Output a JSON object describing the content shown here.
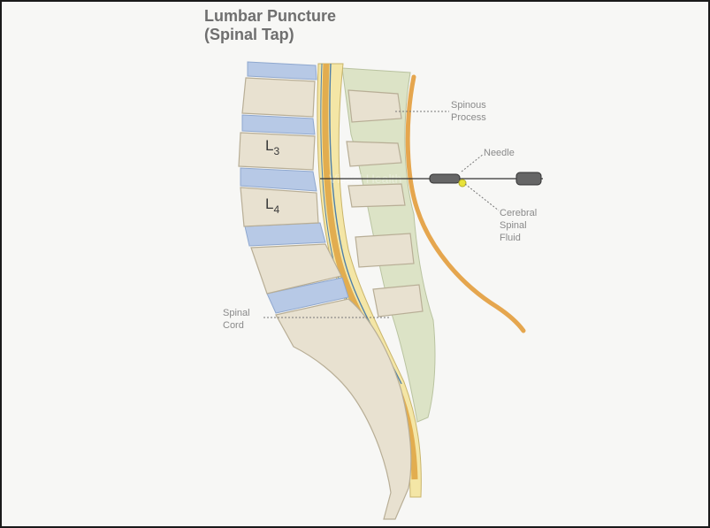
{
  "title": {
    "line1": "Lumbar Puncture",
    "line2": "(Spinal Tap)"
  },
  "labels": {
    "spinous_line1": "Spinous",
    "spinous_line2": "Process",
    "needle": "Needle",
    "csf_line1": "Cerebral",
    "csf_line2": "Spinal",
    "csf_line3": "Fluid",
    "cord_line1": "Spinal",
    "cord_line2": "Cord",
    "l3_letter": "L",
    "l3_number": "3",
    "l4_letter": "L",
    "l4_number": "4"
  },
  "colors": {
    "bone": "#e8e1d0",
    "disc": "#b7c9e6",
    "canal": "#e2ad4f",
    "soft_tissue": "#dce3c6",
    "skin": "#e5a64e",
    "needle": "#555555",
    "fluid": "#e8e23a"
  }
}
